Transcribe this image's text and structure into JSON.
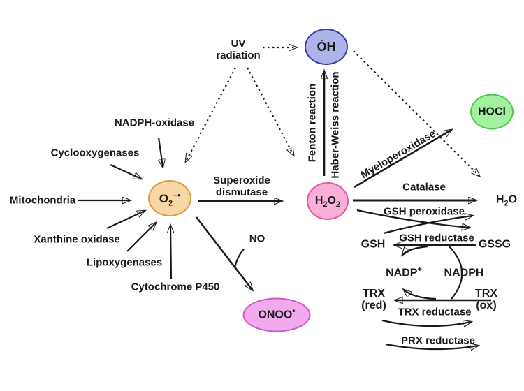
{
  "canvas": {
    "background": "#ffffff"
  },
  "colors": {
    "arrow": "#1a1a1a",
    "text": "#1a1a1a"
  },
  "nodes": [
    {
      "id": "superoxide",
      "label_html": "O<sub>2</sub><sup>&#8722;&#8226;</sup>",
      "fill": "#F8D7A6",
      "border": "#DB9C3C"
    },
    {
      "id": "hydroxyl-radical",
      "label_html": "&#558;H",
      "fill": "#AEB3E9",
      "border": "#3B3BB3"
    },
    {
      "id": "hydrogen-peroxide",
      "label_html": "H<sub>2</sub>O<sub>2</sub>",
      "fill": "#F9B0D8",
      "border": "#E855A3"
    },
    {
      "id": "hypochlorous-acid",
      "label_html": "HOCl",
      "fill": "#A3F0A1",
      "border": "#47CB44"
    },
    {
      "id": "peroxynitrite",
      "label_html": "ONOO<sup>&#8226;</sup>",
      "fill": "#F2AAEF",
      "border": "#C958CE"
    }
  ],
  "labels": {
    "uv_line1": "UV",
    "uv_line2": "radiation",
    "nadph_oxidase": "NADPH-oxidase",
    "cyclooxygenases": "Cyclooxygenases",
    "mitochondria": "Mitochondria",
    "xanthine_oxidase": "Xanthine oxidase",
    "lipoxygenases": "Lipoxygenases",
    "cytochrome_p450": "Cytochrome P450",
    "sod_line1": "Superoxide",
    "sod_line2": "dismutase",
    "fenton": "Fenton reaction",
    "haber_weiss": "Haber-Weiss reaction",
    "myeloperoxidase": "Myeloperoxidase",
    "catalase": "Catalase",
    "h2o_html": "H<sub>2</sub>O",
    "gsh_peroxidase": "GSH peroxidase",
    "gsh": "GSH",
    "gsh_reductase": "GSH reductase",
    "gssg": "GSSG",
    "nadp_html": "NADP<sup>+</sup>",
    "nadph": "NADPH",
    "trx_red_line1": "TRX",
    "trx_red_line2": "(red)",
    "trx_ox_line1": "TRX",
    "trx_ox_line2": "(ox)",
    "trx_reductase": "TRX reductase",
    "prx_reductase": "PRX reductase",
    "no": "NO"
  }
}
